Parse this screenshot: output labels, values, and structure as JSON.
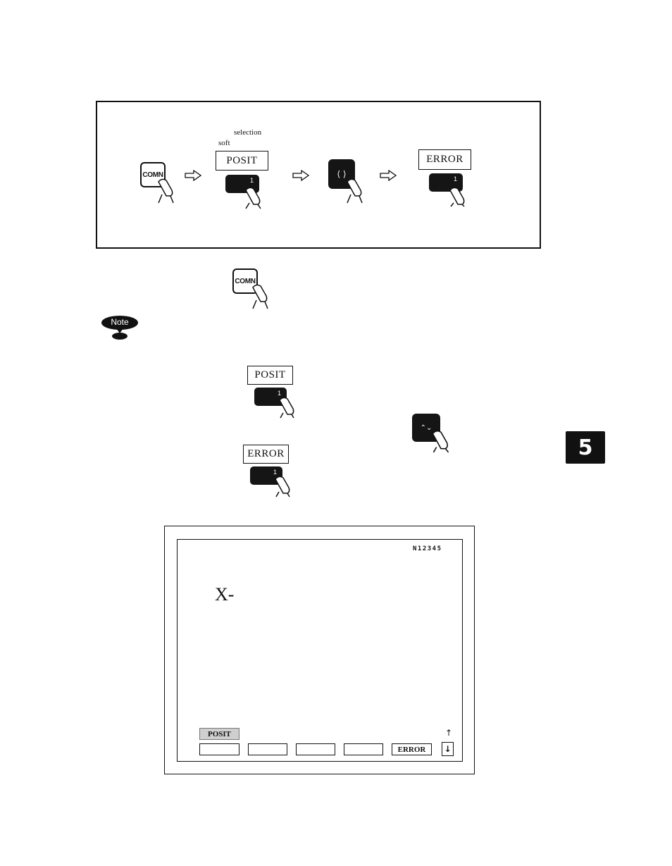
{
  "procedure": {
    "selection_label": "selection",
    "soft_label": "soft",
    "comn_key": "COMN",
    "posit_label": "POSIT",
    "cursor_key": "⟨ ⟩",
    "error_label": "ERROR",
    "key_number": "1"
  },
  "body": {
    "comn_key": "COMN",
    "note_badge": "Note",
    "posit_label": "POSIT",
    "error_label": "ERROR",
    "key_number": "1",
    "cursor_key": "⌃⌄"
  },
  "chapter_tab": "5",
  "screen": {
    "block_number": "N12345",
    "axis_display": "X-",
    "posit_tab": "POSIT",
    "softkeys": [
      "",
      "",
      "",
      "",
      "ERROR"
    ],
    "page_up": "↑",
    "page_down": "↓"
  }
}
